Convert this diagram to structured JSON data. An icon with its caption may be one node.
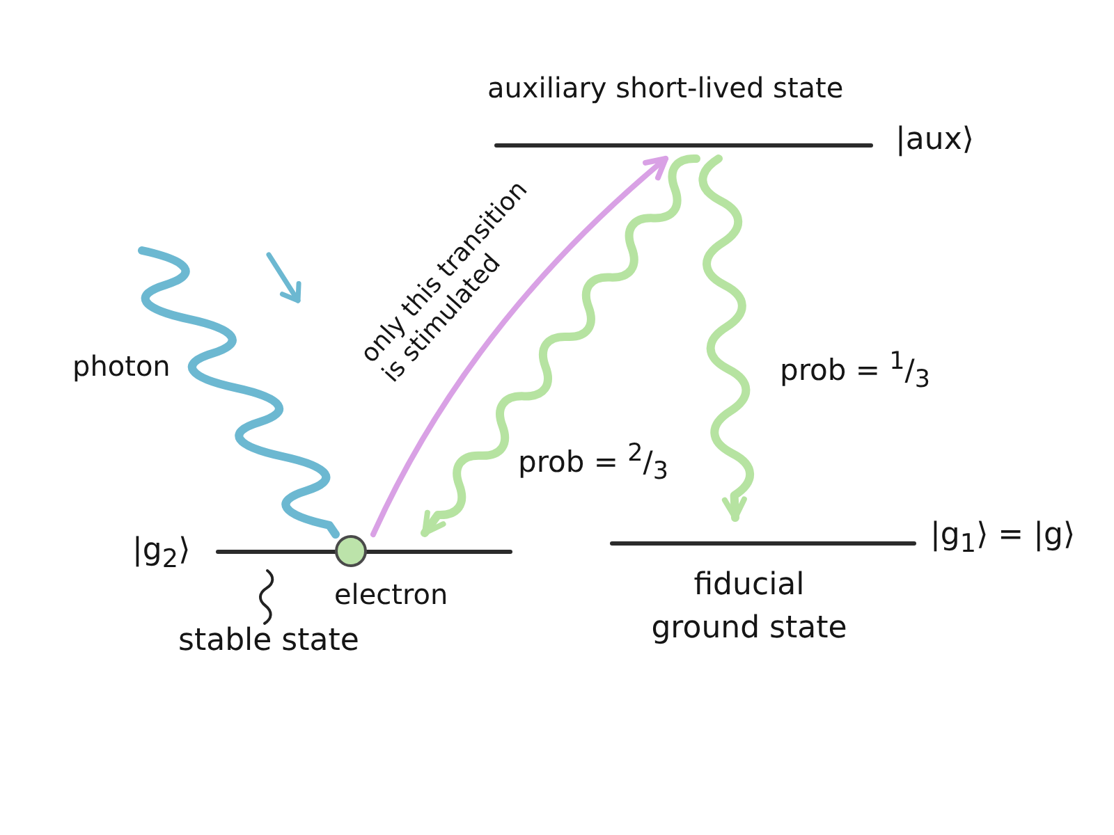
{
  "diagram": {
    "nodes": [
      {
        "text": [
          "auxiliary short-lived state",
          "|aux⟩"
        ]
      },
      {
        "text": [
          "|g$_{2}$⟩"
        ]
      },
      {
        "text": [
          "electron"
        ]
      },
      {
        "text": [
          "|g$_{1}$⟩ = |g⟩",
          "fiducial ground state"
        ]
      },
      {
        "text": [
          "stable state"
        ]
      }
    ],
    "edges": [
      {
        "from": null,
        "to": 2,
        "arrow": "none",
        "label": "photon",
        "color": "#6cb8d1"
      },
      {
        "from": 2,
        "to": 0,
        "arrow": "to",
        "label": "only this transition is stimulated",
        "color": "#d9a1e5"
      },
      {
        "from": 0,
        "to": 1,
        "arrow": "to",
        "label": "prob = $^{2}$/$_{3}$",
        "color": "#b6e3a1"
      },
      {
        "from": 0,
        "to": 3,
        "arrow": "to",
        "label": "prob = $^{1}$/$_{3}$",
        "color": "#b6e3a1"
      },
      {
        "from": 4,
        "to": 1,
        "arrow": "none",
        "color": "#222222"
      }
    ]
  }
}
